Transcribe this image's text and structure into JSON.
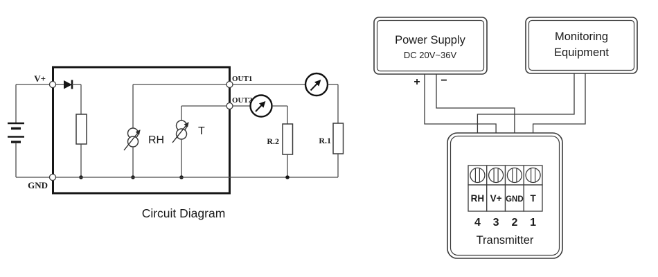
{
  "circuit": {
    "title": "Circuit Diagram",
    "labels": {
      "v_plus": "V+",
      "gnd": "GND",
      "out1": "OUT1",
      "out2": "OUT2",
      "rh_sensor": "RH",
      "t_sensor": "T",
      "r2": "R.2",
      "r1": "R.1"
    }
  },
  "wiring": {
    "power_supply": {
      "title": "Power Supply",
      "voltage": "DC 20V~36V",
      "plus": "+",
      "minus": "−"
    },
    "monitoring": {
      "line1": "Monitoring",
      "line2": "Equipment"
    },
    "transmitter": {
      "title": "Transmitter",
      "terminals": [
        {
          "label": "RH",
          "number": "4"
        },
        {
          "label": "V+",
          "number": "3"
        },
        {
          "label": "GND",
          "number": "2"
        },
        {
          "label": "T",
          "number": "1"
        }
      ]
    }
  },
  "colors": {
    "line": "#4a4a4a",
    "thick_line": "#161616",
    "background": "#ffffff"
  }
}
